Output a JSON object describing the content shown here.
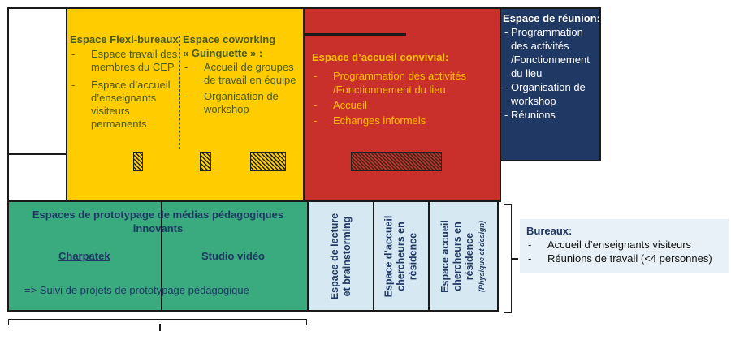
{
  "flexi": {
    "title": "Espace Flexi-bureaux",
    "items": [
      "Espace travail des membres du CEP",
      "Espace d’accueil d’enseignants visiteurs permanents"
    ]
  },
  "coworking": {
    "title_line1": "Espace coworking",
    "title_line2": "« Guinguette » :",
    "items": [
      "Accueil de groupes de travail en équipe",
      "Organisation de workshop"
    ]
  },
  "convivial": {
    "title": "Espace d’accueil convivial:",
    "items": [
      "Programmation des activités /Fonctionnement du lieu",
      "Accueil",
      "Echanges informels"
    ]
  },
  "reunion": {
    "title": "Espace de réunion:",
    "items": [
      "Programmation des activités /Fonctionnement du lieu",
      "Organisation de workshop",
      "Réunions"
    ]
  },
  "prototypage": {
    "title_line1": "Espaces de prototypage de médias pédagogiques",
    "title_line2": "innovants",
    "charpatek": "Charpatek",
    "studio": "Studio vidéo",
    "suivi": "=> Suivi de projets de prototypage pédagogique"
  },
  "lecture": {
    "line1": "Espace de lecture",
    "line2": "et brainstorming"
  },
  "chercheurs": {
    "line1": "Espace d’accueil",
    "line2": "chercheurs en",
    "line3": "résidence"
  },
  "chercheurs_design": {
    "line1": "Espace accueil",
    "line2": "chercheurs  en",
    "line3": "résidence",
    "line4": "(Physique et design)"
  },
  "bureaux": {
    "title": "Bureaux:",
    "items": [
      "Accueil d’enseignants visiteurs",
      "Réunions de travail (<4 personnes)"
    ]
  },
  "colors": {
    "yellow": "#ffcc00",
    "red": "#c9302c",
    "navy": "#1f3864",
    "green": "#3aaa7f",
    "light_blue": "#d6e9f2",
    "bureaux_bg": "#e8f1f7",
    "olive_text": "#4a5a1a",
    "orange_text": "#ffc000"
  }
}
